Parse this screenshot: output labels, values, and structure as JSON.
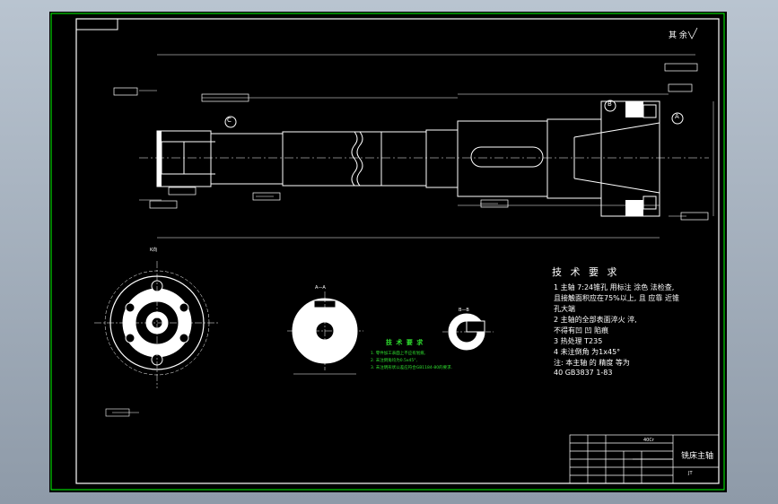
{
  "roughness_note": "其 余",
  "technical_requirements": {
    "title": "技 术 要 求",
    "lines": [
      "1  主轴 7:24锥孔 用标注 涂色 法检查,",
      "且接触面积应在75%以上, 且 应靠 近锥",
      "孔大端",
      "2  主轴的全部表面淬火 淬,",
      "不得有凹 凹 陷痕",
      "3  热处理 T235",
      "4  未注倒角 为1x45°",
      "注: 本主轴 的 精度 等为",
      "    40 GB3837 1-83"
    ]
  },
  "green_notes": {
    "title": "技 术 要 求",
    "lines": [
      "1. 零件加工表面上不应有划痕,",
      "2. 未注倒角均为0.5x45°,",
      "3. 未注明形状公差应符合GB1184-80的要求."
    ]
  },
  "section_labels": {
    "datum_c": "C",
    "datum_b": "B",
    "datum_a": "A",
    "view_k": "K向",
    "section_aa": "A—A",
    "section_bb": "B—B"
  },
  "title_block": {
    "part_name": "铣床主轴",
    "material": "40Cr",
    "sheet": "JT"
  },
  "colors": {
    "line": "#ffffff",
    "frame_green": "#00ff00",
    "note_green": "#2fe02f",
    "background": "#000000"
  }
}
